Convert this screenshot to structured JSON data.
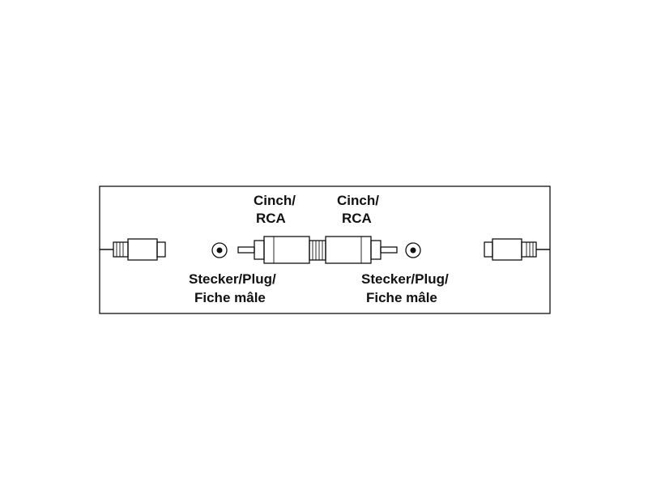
{
  "labels": {
    "cinch_left_line1": "Cinch/",
    "cinch_left_line2": "RCA",
    "cinch_right_line1": "Cinch/",
    "cinch_right_line2": "RCA",
    "plug_left_line1": "Stecker/Plug/",
    "plug_left_line2": "Fiche mâle",
    "plug_right_line1": "Stecker/Plug/",
    "plug_right_line2": "Fiche mâle"
  },
  "colors": {
    "line": "#111111",
    "background": "#ffffff"
  }
}
